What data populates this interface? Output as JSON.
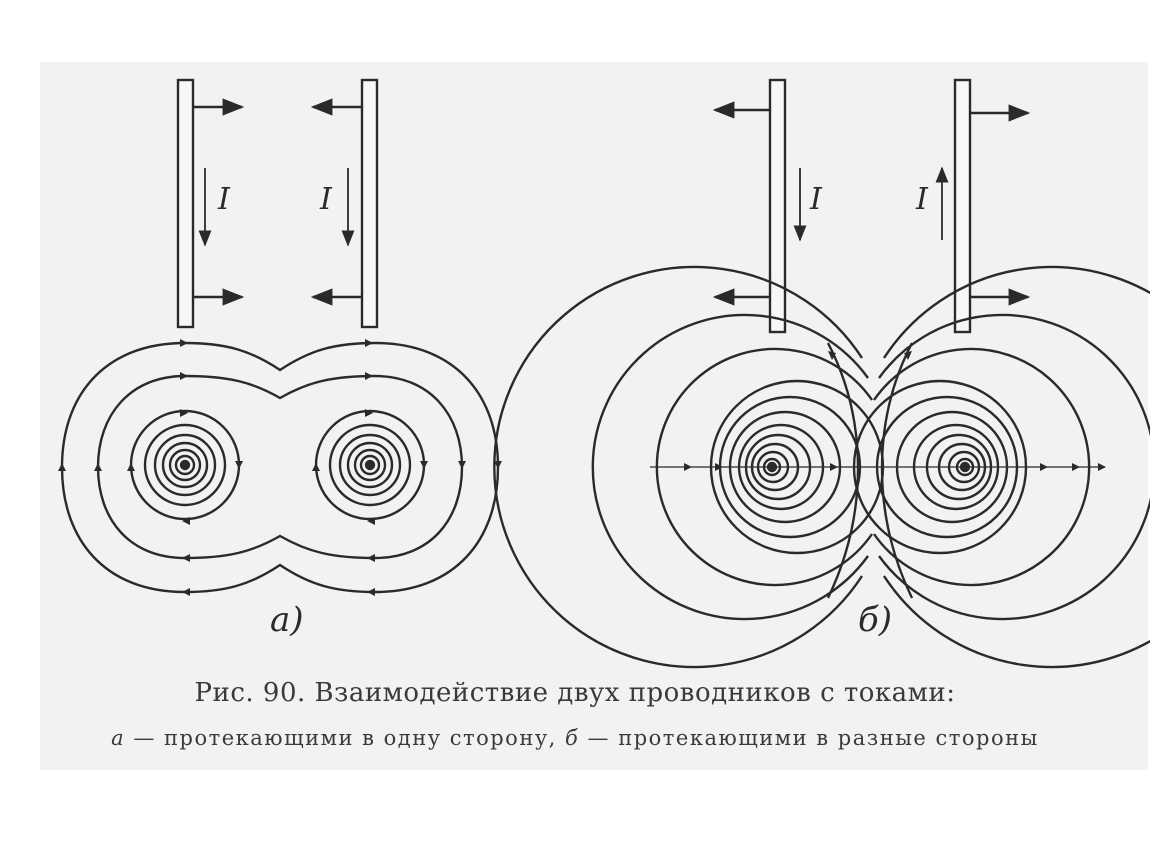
{
  "figure": {
    "label_a": "а)",
    "label_b": "б)",
    "current_symbol": "I"
  },
  "caption": {
    "title": "Рис. 90. Взаимодействие двух проводников с токами:",
    "item_a_letter": "а",
    "item_a_text": " — протекающими в одну сторону, ",
    "item_b_letter": "б",
    "item_b_text": " — протекающими в разные стороны"
  },
  "colors": {
    "paper": "#f2f2f2",
    "ink": "#2a2a2a"
  }
}
